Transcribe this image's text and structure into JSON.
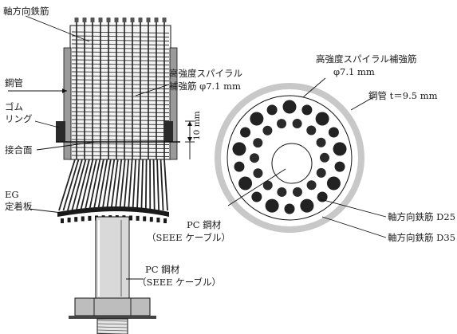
{
  "labels": {
    "axial_rebar": "軸方向鉄筋",
    "spiral_line1": "高強度スパイラル",
    "spiral_line2": "補強筋 φ7.1 mm",
    "steel_pipe": "鋼管",
    "rubber_line1": "ゴム",
    "rubber_line2": "リング",
    "joint_surface": "接合面",
    "gap": "10 mm",
    "eg_line1": "EG",
    "eg_line2": "定着板",
    "pc_left_line1": "PC 鋼材",
    "pc_left_line2": "（SEEE ケーブル）",
    "pc_right_line1": "PC 鋼材",
    "pc_right_line2": "（SEEE ケーブル）",
    "section_spiral_line1": "高強度スパイラル補強筋",
    "section_spiral_line2": "φ7.1 mm",
    "section_pipe": "鋼管 t＝9.5 mm",
    "d25": "軸方向鉄筋 D25",
    "d35": "軸方向鉄筋 D35"
  },
  "colors": {
    "ink": "#1a1a1a",
    "pipe_ring": "#c8c8c8",
    "rebar": "#222222",
    "shaft": "#d9d9d9"
  }
}
